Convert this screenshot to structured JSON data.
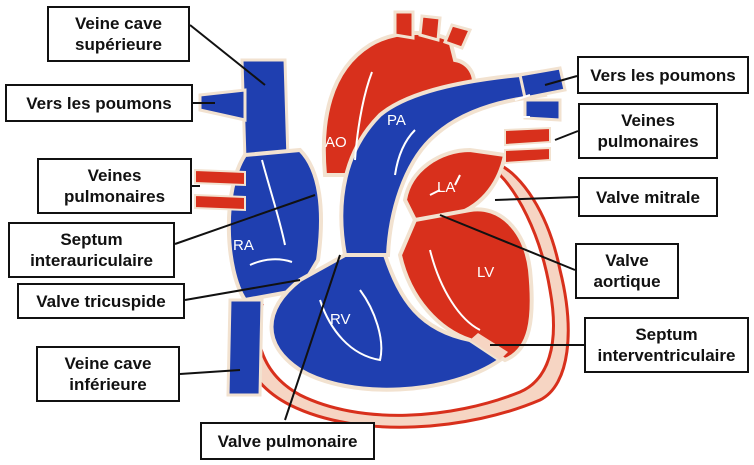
{
  "labels": {
    "veine_cave_superieure": "Veine cave\nsupérieure",
    "vers_les_poumons_left": "Vers les poumons",
    "veines_pulmonaires_left": "Veines\npulmonaires",
    "septum_interauriculaire": "Septum\ninterauriculaire",
    "valve_tricuspide": "Valve tricuspide",
    "veine_cave_inferieure": "Veine cave\ninférieure",
    "valve_pulmonaire": "Valve pulmonaire",
    "vers_les_poumons_right": "Vers les poumons",
    "veines_pulmonaires_right": "Veines\npulmonaires",
    "valve_mitrale": "Valve mitrale",
    "valve_aortique": "Valve\naortique",
    "septum_interventriculaire": "Septum\ninterventriculaire"
  },
  "chambers": {
    "ao": "AO",
    "pa": "PA",
    "la": "LA",
    "ra": "RA",
    "rv": "RV",
    "lv": "LV"
  },
  "colors": {
    "deoxygenated": "#1f3fb0",
    "oxygenated": "#d8301c",
    "outline": "#e8d9c6",
    "pericardium": "#f2c9b0"
  }
}
